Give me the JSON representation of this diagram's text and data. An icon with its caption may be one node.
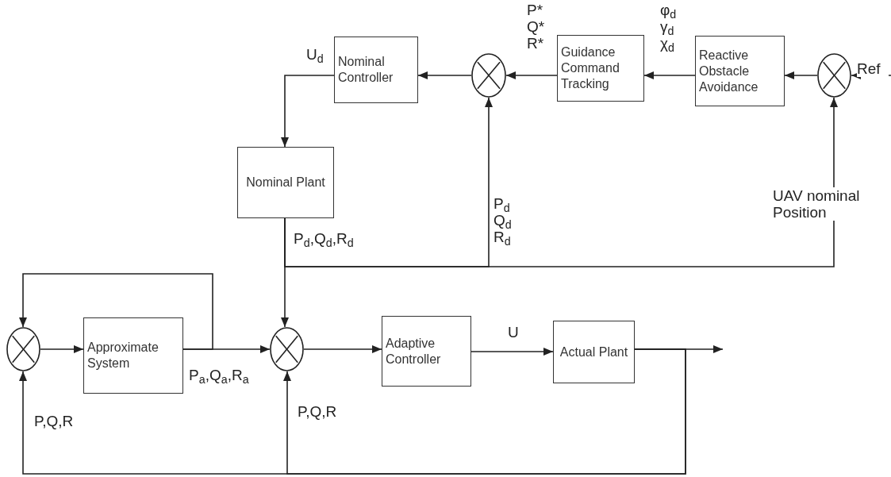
{
  "diagram": {
    "nodes": [
      {
        "text": [
          "Nominal Controller"
        ]
      },
      {
        "text": [],
        "shape": "circle"
      },
      {
        "text": [
          "Guidance Command Tracking"
        ]
      },
      {
        "text": [
          "Reactive Obstacle Avoidance"
        ]
      },
      {
        "text": [],
        "shape": "circle"
      },
      {
        "text": [
          "Nominal Plant"
        ]
      },
      {
        "text": [],
        "shape": "circle"
      },
      {
        "text": [
          "Approximate System"
        ]
      },
      {
        "text": [],
        "shape": "circle"
      },
      {
        "text": [
          "Adaptive Controller"
        ]
      },
      {
        "text": [
          "Actual Plant"
        ]
      }
    ],
    "edges": [
      {
        "from": null,
        "to": 4,
        "arrow": "to",
        "label": "Ref"
      },
      {
        "from": 4,
        "to": 3,
        "arrow": "to"
      },
      {
        "from": 3,
        "to": 2,
        "arrow": "to",
        "label": "φ$_{d}$ γ$_{d}$ χ$_{d}$"
      },
      {
        "from": 2,
        "to": 1,
        "arrow": "to",
        "label": "P* Q* R*"
      },
      {
        "from": 1,
        "to": 0,
        "arrow": "to"
      },
      {
        "from": 0,
        "to": 5,
        "arrow": "to",
        "label": "U$_{d}$"
      },
      {
        "from": 5,
        "to": 8,
        "arrow": "to",
        "label": "P$_{d}$,Q$_{d}$,R$_{d}$"
      },
      {
        "from": 5,
        "to": 1,
        "arrow": "to",
        "label": "P$_{d}$ Q$_{d}$ R$_{d}$"
      },
      {
        "from": 5,
        "to": 4,
        "arrow": "to",
        "label": "UAV nominal Position"
      },
      {
        "from": 6,
        "to": 7,
        "arrow": "to"
      },
      {
        "from": 7,
        "to": 8,
        "arrow": "to",
        "label": "P$_{a}$,Q$_{a}$,R$_{a}$"
      },
      {
        "from": 7,
        "to": 6,
        "arrow": "to"
      },
      {
        "from": 8,
        "to": 9,
        "arrow": "to"
      },
      {
        "from": 9,
        "to": 10,
        "arrow": "to",
        "label": "U"
      },
      {
        "from": 10,
        "to": null,
        "arrow": "to"
      },
      {
        "from": 10,
        "to": 6,
        "arrow": "to",
        "label": "P,Q,R"
      },
      {
        "from": 10,
        "to": 8,
        "arrow": "to",
        "label": "P,Q,R"
      }
    ]
  }
}
